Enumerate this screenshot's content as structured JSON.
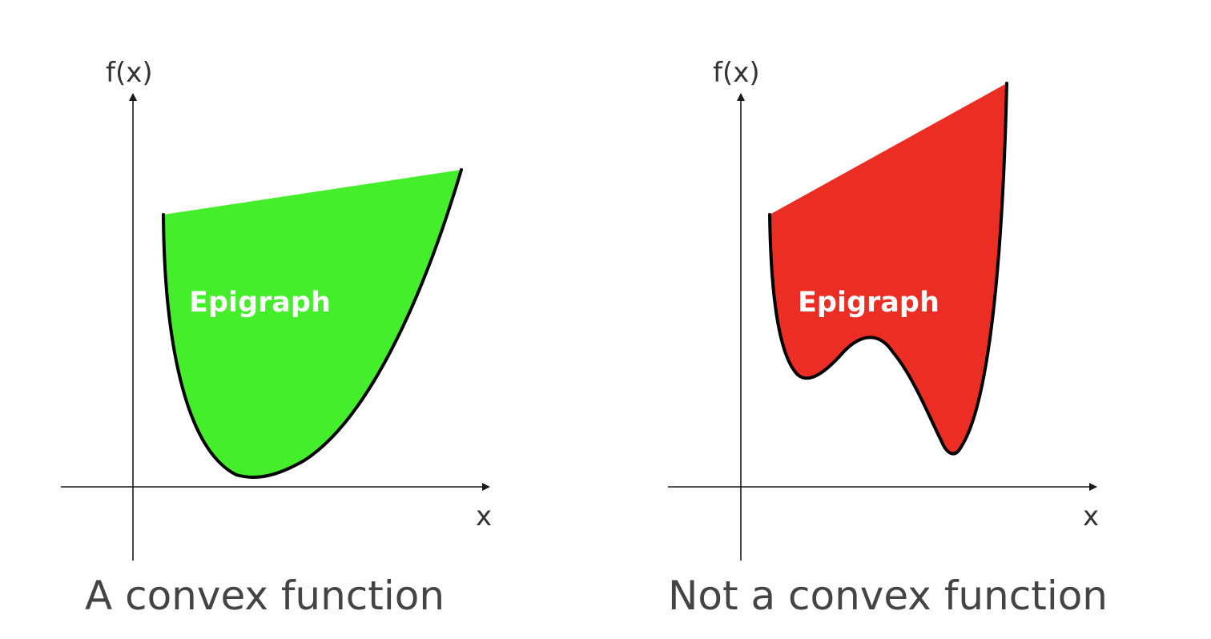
{
  "colors": {
    "convex_fill": "#44EE2B",
    "non_convex_fill": "#EC2D24",
    "outline": "#000000",
    "axis": "#1a1a1a",
    "text": "#444444",
    "region_text": "#ffffff"
  },
  "left_panel": {
    "y_axis_label": "f(x)",
    "x_axis_label": "x",
    "region_label": "Epigraph",
    "caption": "A convex function"
  },
  "right_panel": {
    "y_axis_label": "f(x)",
    "x_axis_label": "x",
    "region_label": "Epigraph",
    "caption": "Not a convex function"
  }
}
